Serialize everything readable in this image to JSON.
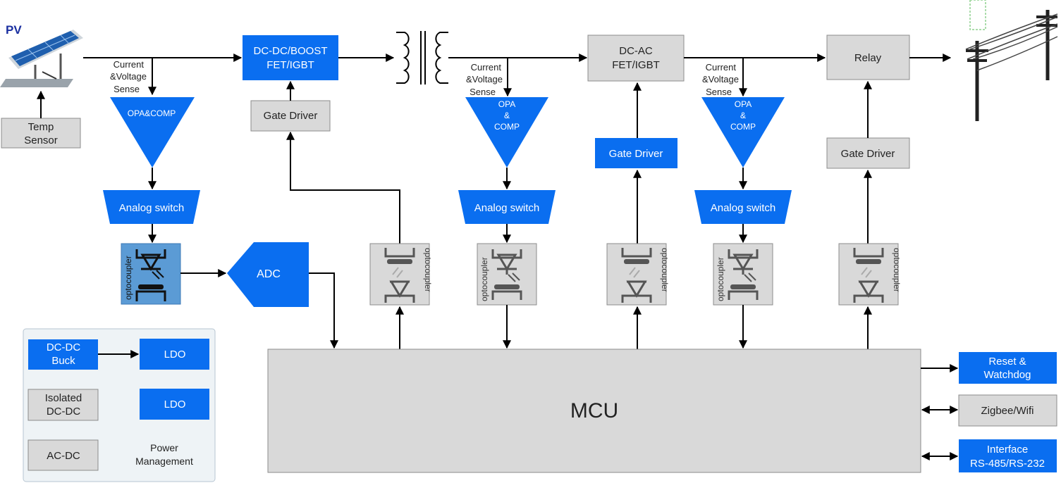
{
  "pv": {
    "label": "PV"
  },
  "temp_sensor": {
    "line1": "Temp",
    "line2": "Sensor"
  },
  "sense": {
    "line1": "Current",
    "line2": "&Voltage",
    "line3": "Sense"
  },
  "boost": {
    "line1": "DC-DC/BOOST",
    "line2": "FET/IGBT"
  },
  "dcac": {
    "line1": "DC-AC",
    "line2": "FET/IGBT"
  },
  "relay": {
    "label": "Relay"
  },
  "gate_driver": {
    "label": "Gate Driver"
  },
  "opa_comp_1": {
    "label": "OPA&COMP"
  },
  "opa_comp": {
    "line1": "OPA",
    "line2": "&",
    "line3": "COMP"
  },
  "analog_switch": {
    "label": "Analog switch"
  },
  "optocoupler": {
    "label": "optocoupler"
  },
  "adc": {
    "label": "ADC"
  },
  "mcu": {
    "label": "MCU"
  },
  "power": {
    "buck_line1": "DC-DC",
    "buck_line2": "Buck",
    "ldo": "LDO",
    "iso_line1": "Isolated",
    "iso_line2": "DC-DC",
    "acdc": "AC-DC",
    "title_line1": "Power",
    "title_line2": "Management"
  },
  "reset": {
    "line1": "Reset &",
    "line2": "Watchdog"
  },
  "zigbee": {
    "label": "Zigbee/Wifi"
  },
  "interface": {
    "line1": "Interface",
    "line2": "RS-485/RS-232"
  },
  "colors": {
    "accent_blue": "#0a6ef0",
    "box_gray": "#d9d9d9",
    "panel_blue": "#5b9bd5"
  }
}
